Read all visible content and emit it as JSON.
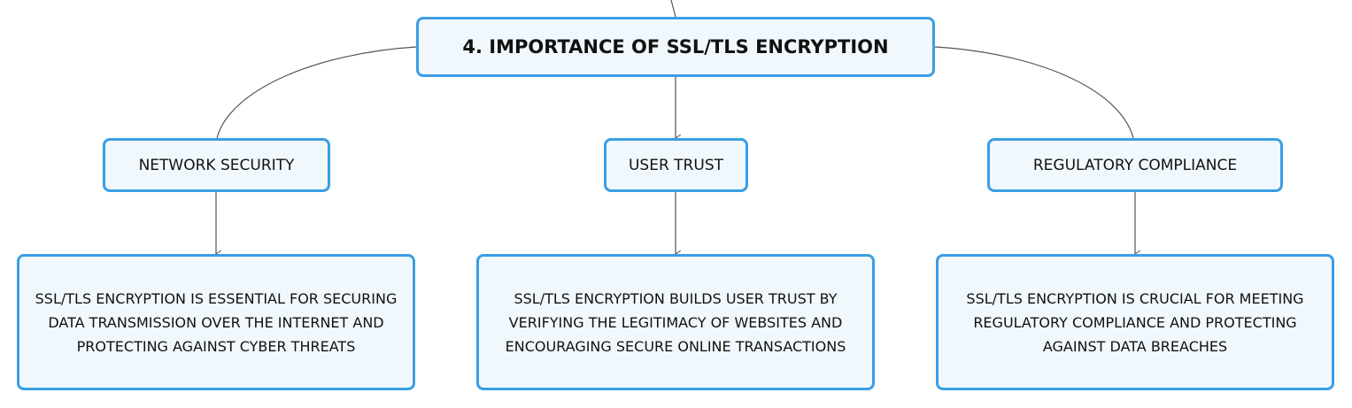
{
  "root": {
    "label": "4. IMPORTANCE OF SSL/TLS ENCRYPTION"
  },
  "branches": [
    {
      "label": "NETWORK SECURITY",
      "detail": "SSL/TLS ENCRYPTION IS ESSENTIAL FOR SECURING DATA TRANSMISSION OVER THE INTERNET AND PROTECTING AGAINST CYBER THREATS"
    },
    {
      "label": "USER TRUST",
      "detail": "SSL/TLS ENCRYPTION BUILDS USER TRUST BY VERIFYING THE LEGITIMACY OF WEBSITES AND ENCOURAGING SECURE ONLINE TRANSACTIONS"
    },
    {
      "label": "REGULATORY COMPLIANCE",
      "detail": "SSL/TLS ENCRYPTION IS CRUCIAL FOR MEETING REGULATORY COMPLIANCE AND PROTECTING AGAINST DATA BREACHES"
    }
  ],
  "colors": {
    "node_border": "#3b9ee4",
    "node_fill": "#f1f8fd",
    "connector": "#555555",
    "text": "#111111"
  }
}
